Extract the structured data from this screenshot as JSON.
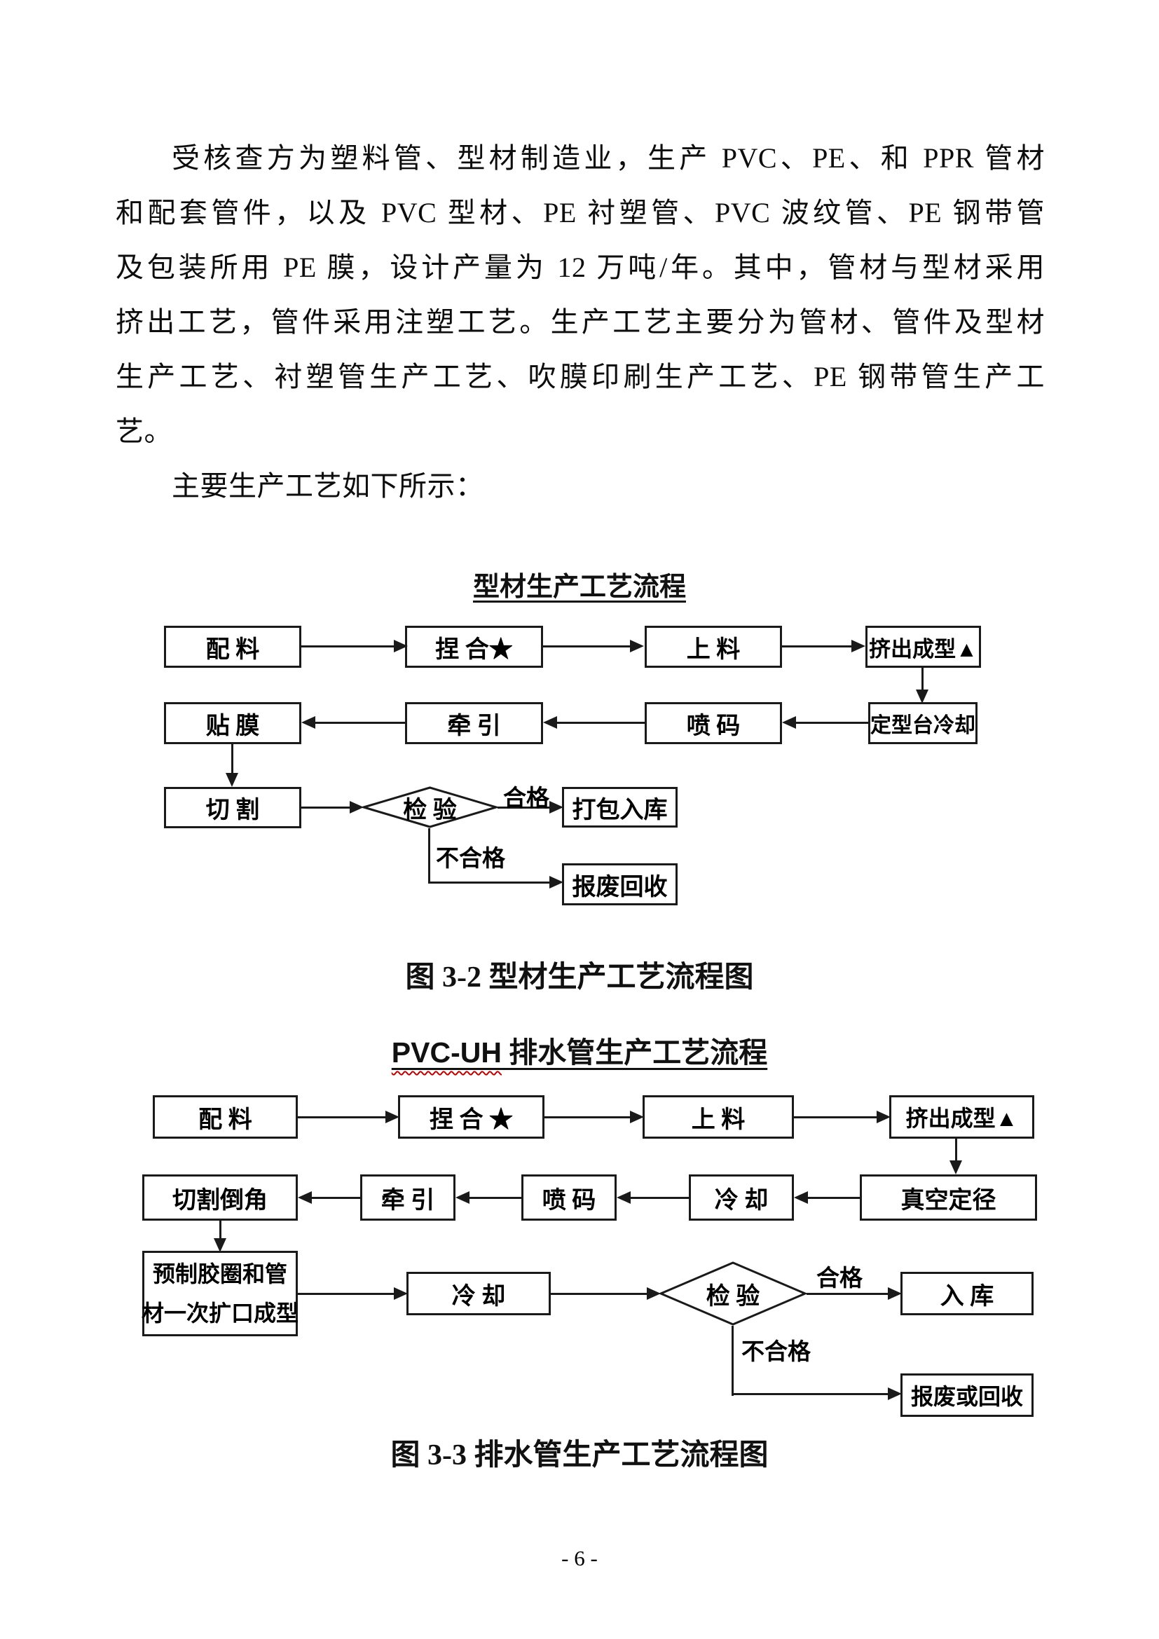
{
  "document": {
    "paragraph_lines": [
      "受核查方为塑料管、型材制造业，生产 PVC、PE、和 PPR 管材",
      "和配套管件，以及 PVC 型材、PE 衬塑管、PVC 波纹管、PE 钢带管",
      "及包装所用 PE 膜，设计产量为 12 万吨/年。其中，管材与型材采用",
      "挤出工艺，管件采用注塑工艺。生产工艺主要分为管材、管件及型材",
      "生产工艺、衬塑管生产工艺、吹膜印刷生产工艺、PE 钢带管生产工",
      "艺。",
      "主要生产工艺如下所示："
    ],
    "page_number": "- 6 -"
  },
  "flowchart1": {
    "title": "型材生产工艺流程",
    "caption": "图 3-2 型材生产工艺流程图",
    "nodes": {
      "peiliao": "配 料",
      "niehe": "捏 合★",
      "shangliao": "上 料",
      "jichucheng": "挤出成型▲",
      "tiemo": "贴 膜",
      "qianyin": "牵 引",
      "penma": "喷 码",
      "dingxingtai": "定型台冷却",
      "qiege": "切 割",
      "jianyan": "检 验",
      "dabaoruku": "打包入库",
      "baofeihuishou": "报废回收"
    },
    "edge_labels": {
      "pass": "合格",
      "fail": "不合格"
    }
  },
  "flowchart2": {
    "title_latin": "PVC-UH",
    "title_rest": " 排水管生产工艺流程",
    "caption": "图 3-3 排水管生产工艺流程图",
    "nodes": {
      "peiliao": "配 料",
      "niehe": "捏 合 ★",
      "shangliao": "上 料",
      "jichucheng": "挤出成型▲",
      "qiegedaojiao": "切割倒角",
      "qianyin": "牵 引",
      "penma": "喷 码",
      "lengque": "冷 却",
      "zhenkongdingjing": "真空定径",
      "yuzhi_line1": "预制胶圈和管",
      "yuzhi_line2": "材一次扩口成型",
      "lengque2": "冷 却",
      "jianyan": "检 验",
      "ruku": "入 库",
      "baofei": "报废或回收"
    },
    "edge_labels": {
      "pass": "合格",
      "fail": "不合格"
    }
  }
}
